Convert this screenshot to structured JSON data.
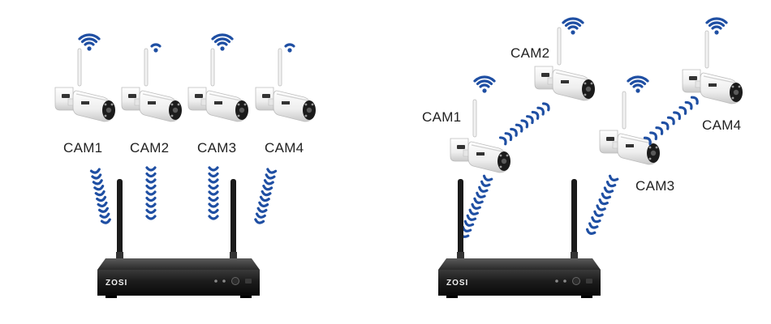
{
  "left_panel": {
    "cameras": [
      {
        "label": "CAM1",
        "wifi": "wifi-icon-full"
      },
      {
        "label": "CAM2",
        "wifi": "wifi-icon-weak"
      },
      {
        "label": "CAM3",
        "wifi": "wifi-icon-full"
      },
      {
        "label": "CAM4",
        "wifi": "wifi-icon-weak"
      }
    ],
    "nvr_brand": "ZOSI"
  },
  "right_panel": {
    "cameras": [
      {
        "label": "CAM1",
        "wifi": "wifi-icon-full"
      },
      {
        "label": "CAM2",
        "wifi": "wifi-icon-full"
      },
      {
        "label": "CAM3",
        "wifi": "wifi-icon-full"
      },
      {
        "label": "CAM4",
        "wifi": "wifi-icon-full"
      }
    ],
    "nvr_brand": "ZOSI"
  },
  "colors": {
    "signal": "#1f4fa3",
    "camera_body": "#f4f4f4",
    "nvr_body": "#1e1e1e"
  }
}
